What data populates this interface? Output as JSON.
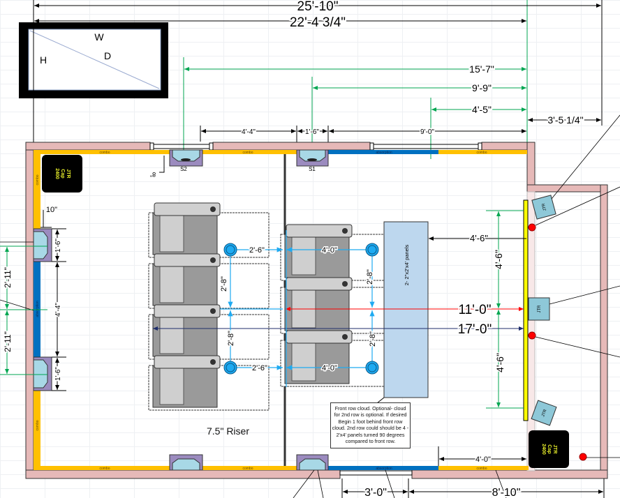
{
  "screen_diagram": {
    "width_label": "W",
    "height_label": "H",
    "diagonal_label": "D"
  },
  "dimensions": {
    "overall_width": "25'-10\"",
    "room_width": "22'-4 3/4\"",
    "s2_to_front": "15'-7\"",
    "s1_to_front": "9'-9\"",
    "cloud_to_front": "4'-5\"",
    "alcove_depth": "3'-5 1/4\"",
    "s2_to_s1_gap": "4'-4\"",
    "s1_width": "1'-6\"",
    "s1_to_front_wall": "9'-0\"",
    "s2_depth": "8\"",
    "side_speaker_depth": "10\"",
    "side_speaker_upper": "1'-6\"",
    "side_spacing": "4'-4\"",
    "side_speaker_lower": "1'-6\"",
    "side_half_upper": "2'-11\"",
    "side_half_lower": "2'-11\"",
    "back_row_to_front_row_top": "2'-6\"",
    "back_row_to_front_row_bottom": "2'-6\"",
    "front_row_width_top": "4'-0\"",
    "front_row_width_bottom": "4'-0\"",
    "back_row_mic_upper": "2'-8\"",
    "back_row_mic_lower": "2'-8\"",
    "front_row_mic_upper": "2'-8\"",
    "front_row_mic_lower": "2'-8\"",
    "cloud_to_screen": "4'-6\"",
    "screen_half_upper": "4'-6\"",
    "screen_half_lower": "4'-6\"",
    "front_row_to_screen": "11'-0\"",
    "back_row_to_screen": "17'-0\"",
    "sub_offset": "4'-0\"",
    "door_width": "3'-0\"",
    "door_to_right": "8'-10\""
  },
  "treatments": {
    "combo": "combo",
    "absorption": "absorption"
  },
  "speakers": {
    "s1": "S1",
    "s2": "S2",
    "front": "JTR"
  },
  "subwoofer_label": "JTR\nCap\n2400",
  "cloud_label": "2- 2\"x2'x4' panels",
  "riser_label": "7.5\" Riser",
  "note": "Front row cloud.  Optional- cloud for 2nd row is optional.  If desired Begin 1 foot behind front row cloud.  2nd row could should be 4 - 2'x4' panels turned 90 degrees compared to front row.",
  "colors": {
    "wall": "#e6b9b8",
    "combo": "#ffc000",
    "absorption": "#0070c0",
    "speaker": "#9b8bbf",
    "speaker_face": "#a8d8e6",
    "cloud": "#bdd7ee",
    "dim_green": "#00a651",
    "mic": "#1eaaf1",
    "red": "#ff0000",
    "navy": "#1f2d6b"
  }
}
